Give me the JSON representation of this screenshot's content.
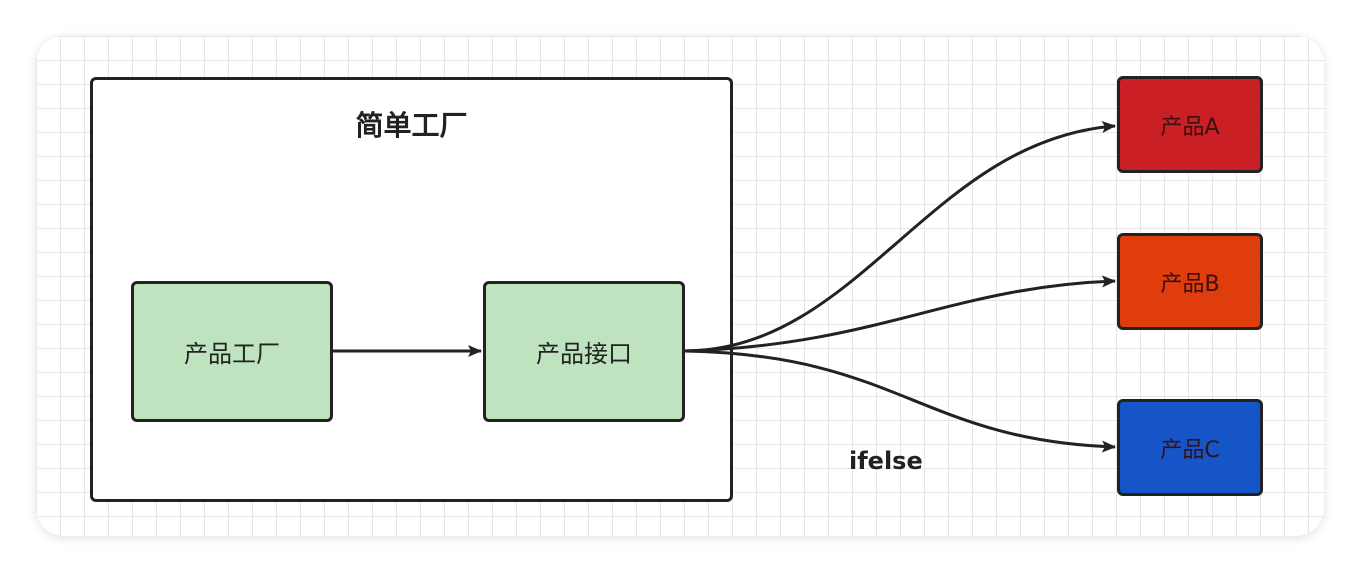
{
  "diagram": {
    "container": {
      "title": "简单工厂"
    },
    "nodes": {
      "factory": {
        "label": "产品工厂",
        "fill": "#bfe3bf"
      },
      "interface": {
        "label": "产品接口",
        "fill": "#bfe3bf"
      },
      "product_a": {
        "label": "产品A",
        "fill": "#c91f25"
      },
      "product_b": {
        "label": "产品B",
        "fill": "#e03d0c"
      },
      "product_c": {
        "label": "产品C",
        "fill": "#1655c8"
      }
    },
    "edge_label": "ifelse",
    "stroke_color": "#222222",
    "grid_color": "#e6e6e6"
  }
}
